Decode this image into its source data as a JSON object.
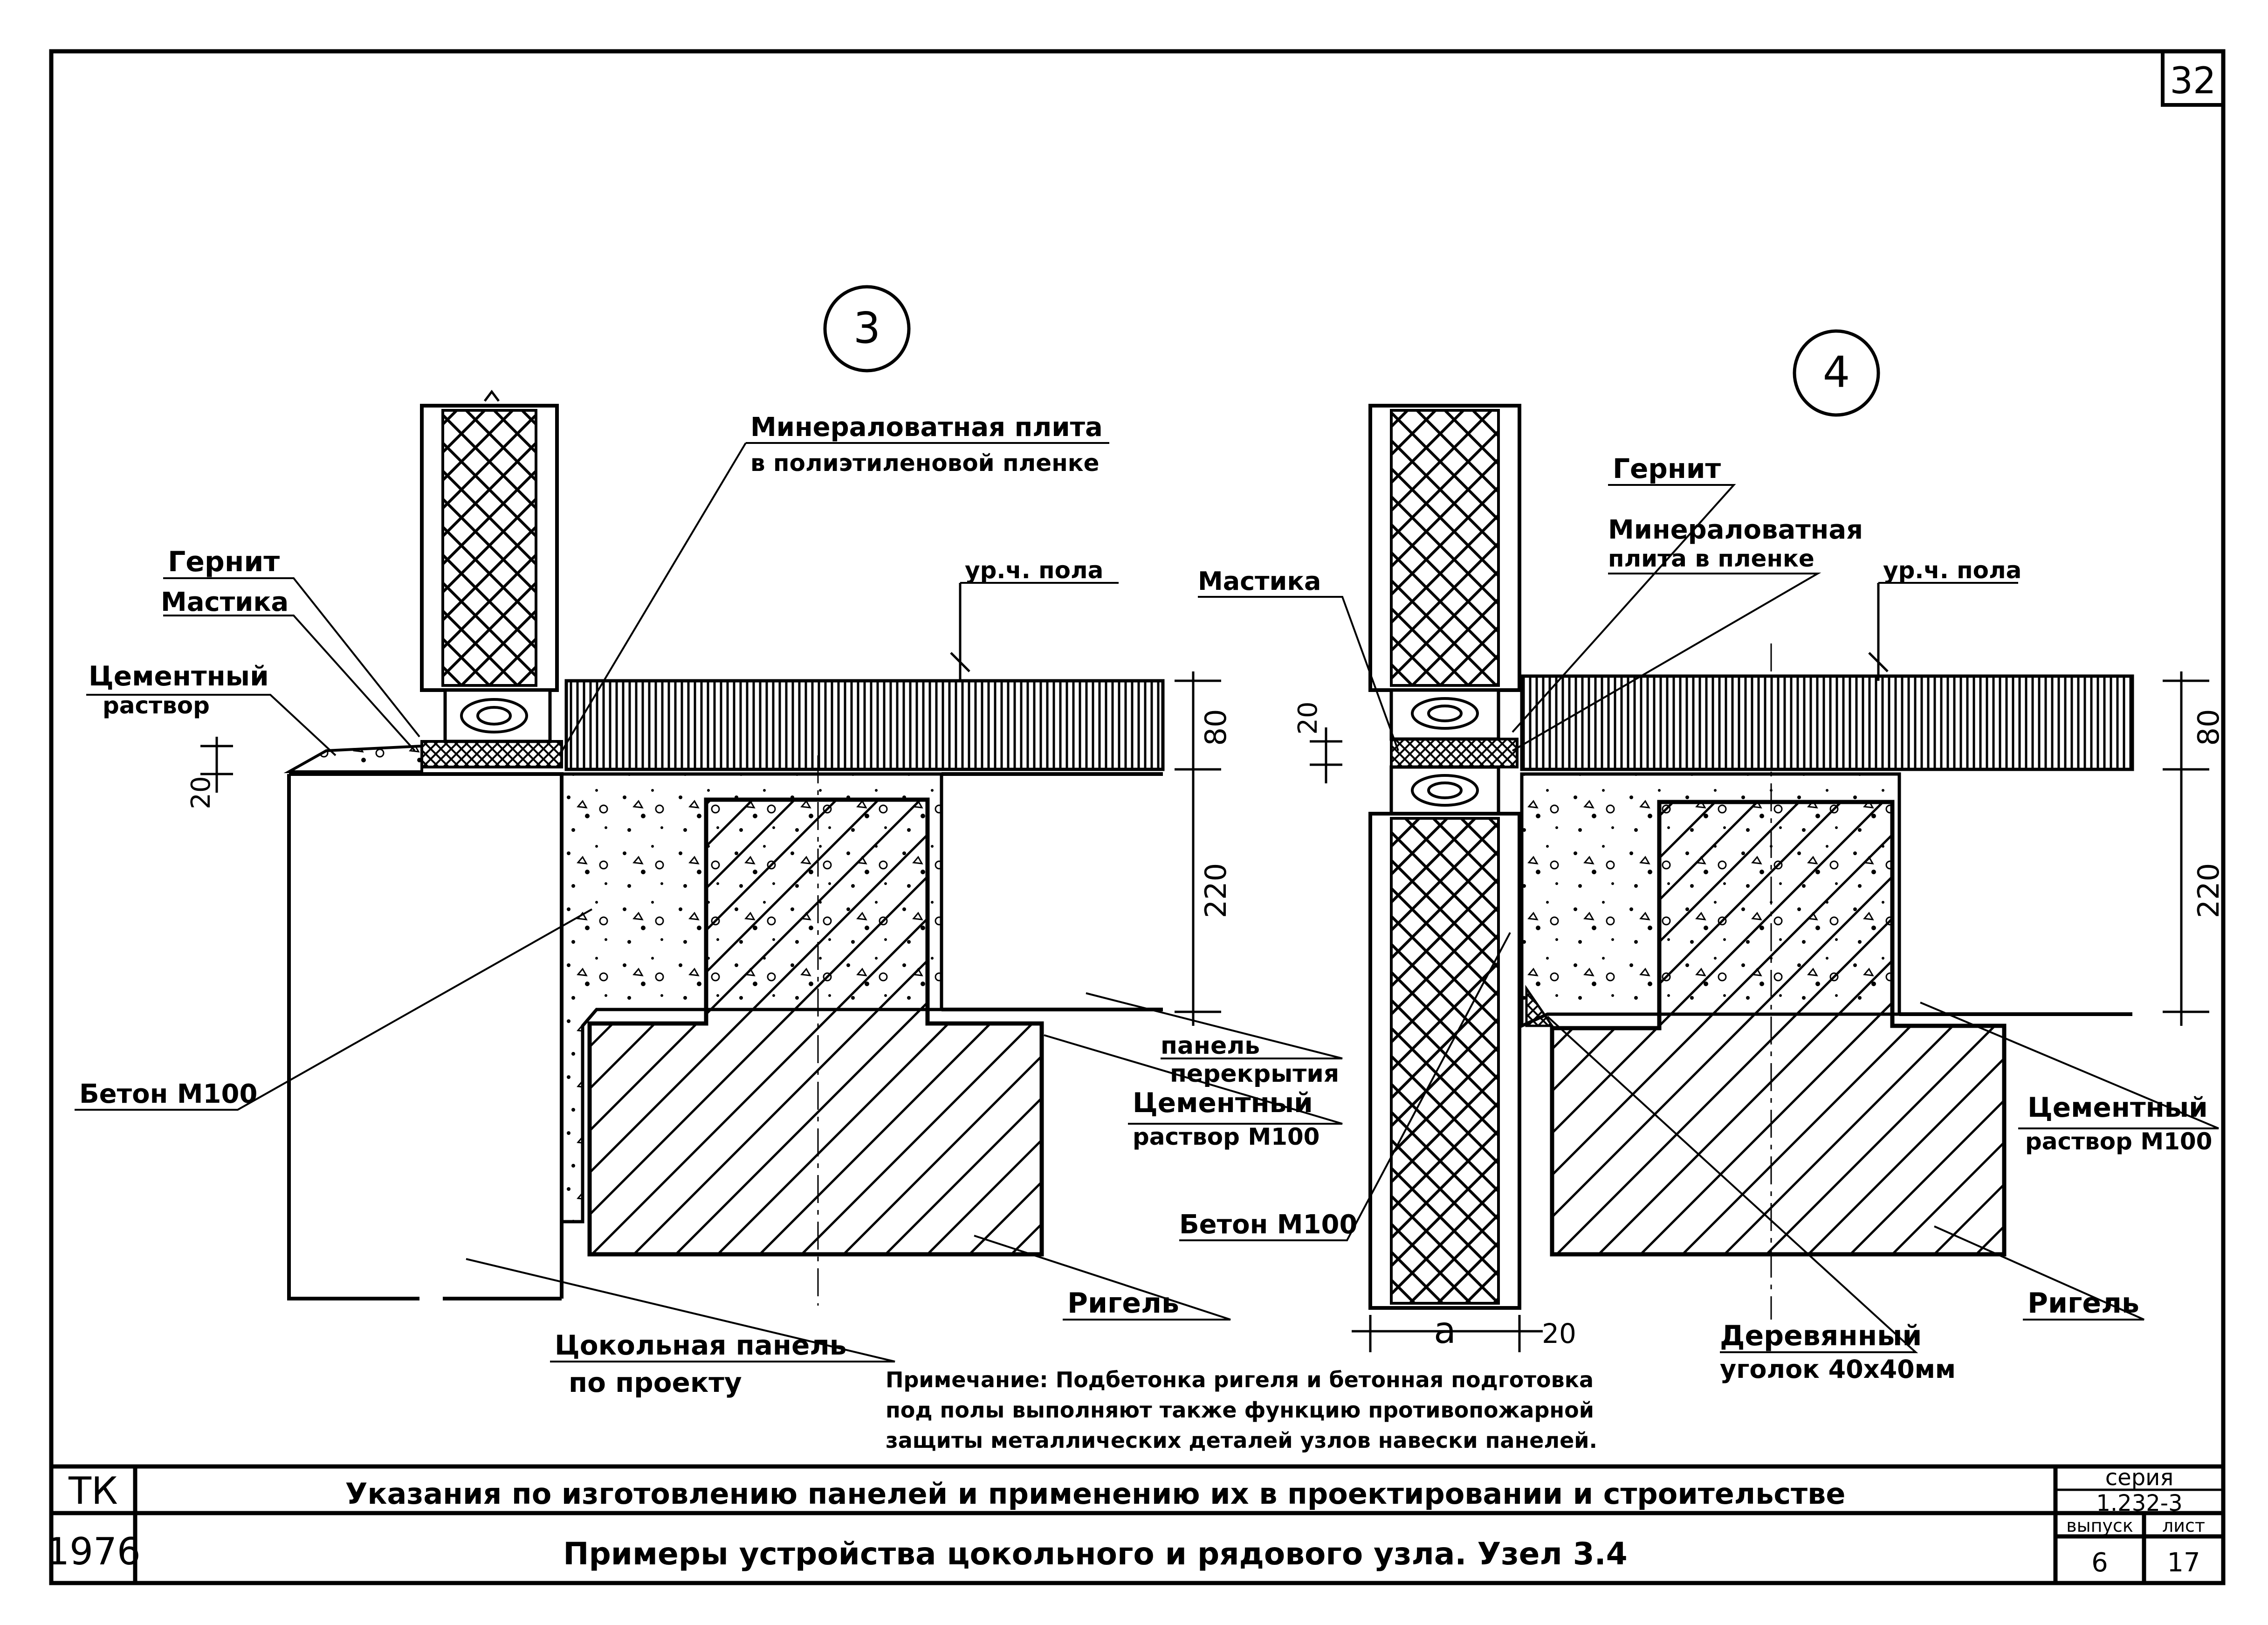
{
  "sheet_number": "32",
  "node_labels": [
    "3",
    "4"
  ],
  "node3": {
    "mineral_plate": [
      "Минераловатная плита",
      "в полиэтиленовой пленке"
    ],
    "gernit": "Гернит",
    "mastika": "Мастика",
    "cement_mortar": [
      "Цементный",
      "раствор"
    ],
    "floor_level": "ур.ч. пола",
    "concrete": "Бетон М100",
    "floor_panel": [
      "панель",
      "перекрытия"
    ],
    "cement_mortar_m100": [
      "Цементный",
      "раствор М100"
    ],
    "rigel": "Ригель",
    "plinth_panel": [
      "Цокольная панель",
      "по проекту"
    ],
    "dims": {
      "d20": "20",
      "d80": "80",
      "d220": "220"
    }
  },
  "node4": {
    "gernit": "Гернит",
    "mineral_plate": [
      "Минераловатная",
      "плита в пленке"
    ],
    "floor_level": "ур.ч. пола",
    "mastika": "Мастика",
    "concrete": "Бетон М100",
    "cement_mortar_m100": [
      "Цементный",
      "раствор М100"
    ],
    "wood_angle": [
      "Деревянный",
      "уголок 40х40мм"
    ],
    "rigel": "Ригель",
    "dims": {
      "d20": "20",
      "d80": "80",
      "d220": "220",
      "a": "a",
      "gap20": "20"
    }
  },
  "note": [
    "Примечание: Подбетонка ригеля и бетонная подготовка",
    "под полы выполняют также функцию противопожарной",
    "защиты металлических деталей узлов навески панелей."
  ],
  "title_block": {
    "org": "ТК",
    "year": "1976",
    "title_main": "Указания по изготовлению панелей и применению их в проектировании и строительстве",
    "title_sub": "Примеры устройства цокольного и рядового узла. Узел 3.4",
    "series_label": "серия",
    "series_value": "1.232-3",
    "issue_label": "выпуск",
    "issue_value": "6",
    "sheet_label": "лист",
    "sheet_value": "17"
  }
}
